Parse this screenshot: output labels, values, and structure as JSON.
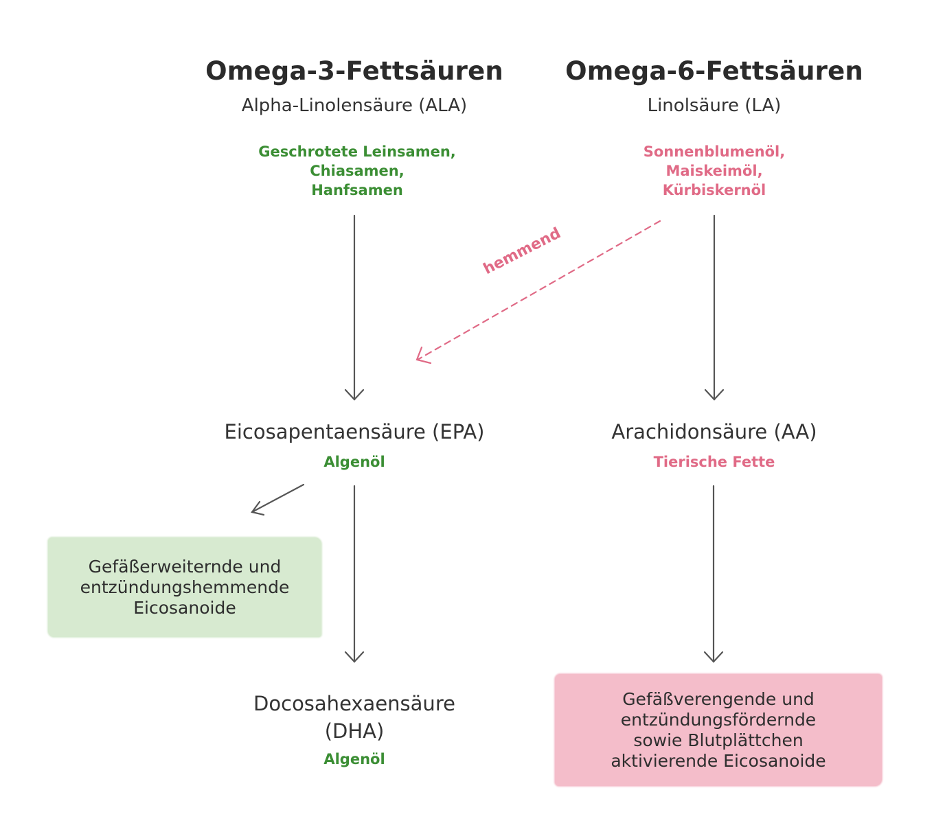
{
  "omega3": {
    "title": "Omega-3-Fettsäuren",
    "subtitle": "Alpha-Linolensäure (ALA)",
    "sources": [
      "Geschrotete Leinsamen,",
      "Chiasamen,",
      "Hanfsamen"
    ],
    "epa": {
      "name": "Eicosapentaensäure (EPA)",
      "source": "Algenöl"
    },
    "effect_box": [
      "Gefäßerweiternde und",
      "entzündungshemmende",
      "Eicosanoide"
    ],
    "dha": {
      "name_line1": "Docosahexaensäure",
      "name_line2": "(DHA)",
      "source": "Algenöl"
    }
  },
  "omega6": {
    "title": "Omega-6-Fettsäuren",
    "subtitle": "Linolsäure (LA)",
    "sources": [
      "Sonnenblumenöl,",
      "Maiskeimöl,",
      "Kürbiskernöl"
    ],
    "aa": {
      "name": "Arachidonsäure (AA)",
      "source": "Tierische Fette"
    },
    "effect_box": [
      "Gefäßverengende und",
      "entzündungsfördernde",
      "sowie Blutplättchen",
      "aktivierende Eicosanoide"
    ]
  },
  "inhibition_label": "hemmend",
  "colors": {
    "green_text": "#3b8e34",
    "pink_text": "#e06a86",
    "green_box": "#d7ead0",
    "pink_box": "#f4bdca",
    "arrow": "#555555"
  }
}
